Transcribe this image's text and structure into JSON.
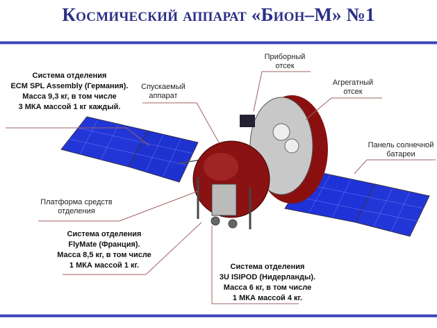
{
  "title": "Космический аппарат «Бион–М» №1",
  "labels": {
    "ecm": [
      "Система отделения",
      "ECM SPL Assembly (Германия).",
      "Масса 9,3 кг, в том числе",
      "3 МКА массой 1 кг каждый."
    ],
    "descent": [
      "Спускаемый",
      "аппарат"
    ],
    "instrument": [
      "Приборный",
      "отсек"
    ],
    "aggregate": [
      "Агрегатный",
      "отсек"
    ],
    "solar": [
      "Панель солнечной",
      "батареи"
    ],
    "platform": [
      "Платформа средств",
      "отделения"
    ],
    "flymate": [
      "Система отделения",
      "FlyMate (Франция).",
      "Масса 8,5 кг, в том числе",
      "1 МКА массой 1 кг."
    ],
    "isipod": [
      "Система отделения",
      "3U ISIPOD (Нидерланды).",
      "Масса 6 кг, в том числе",
      "1 МКА массой 4 кг."
    ]
  },
  "colors": {
    "title": "#2b2f85",
    "rule": "#3a44b8",
    "leader": "#a06060",
    "body": "#8a1010",
    "panel": "#1f2fd8"
  }
}
